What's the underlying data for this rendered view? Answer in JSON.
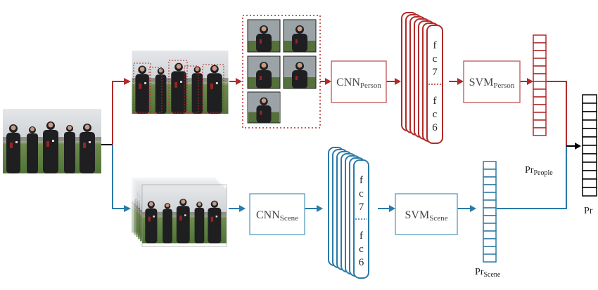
{
  "colors": {
    "person_dark": "#b22a2a",
    "person_light": "#c96a6a",
    "scene_dark": "#2b7aa8",
    "scene_light": "#6fa8c6",
    "final": "#000000"
  },
  "icons": {
    "input_photo": "group-photo-icon",
    "person_photo": "person-detections-photo-icon",
    "scene_stack": "scene-image-stack-icon",
    "person_crops": "person-crop-thumbnail-icon"
  },
  "cnn_person": {
    "main": "CNN",
    "sub": "Person"
  },
  "cnn_scene": {
    "main": "CNN",
    "sub": "Scene"
  },
  "svm_person": {
    "main": "SVM",
    "sub": "Person"
  },
  "svm_scene": {
    "main": "SVM",
    "sub": "Scene"
  },
  "fc_person": {
    "upper": [
      "f",
      "c",
      "7"
    ],
    "lower": [
      "f",
      "c",
      "6"
    ]
  },
  "fc_scene": {
    "upper": [
      "f",
      "c",
      "7"
    ],
    "lower": [
      "f",
      "c",
      "6"
    ]
  },
  "pr_people": {
    "main": "Pr",
    "sub": "People"
  },
  "pr_scene": {
    "main": "Pr",
    "sub": "Scene"
  },
  "pr_final": {
    "main": "Pr"
  },
  "vector_cells": {
    "people": 13,
    "scene": 13,
    "final": 12
  }
}
